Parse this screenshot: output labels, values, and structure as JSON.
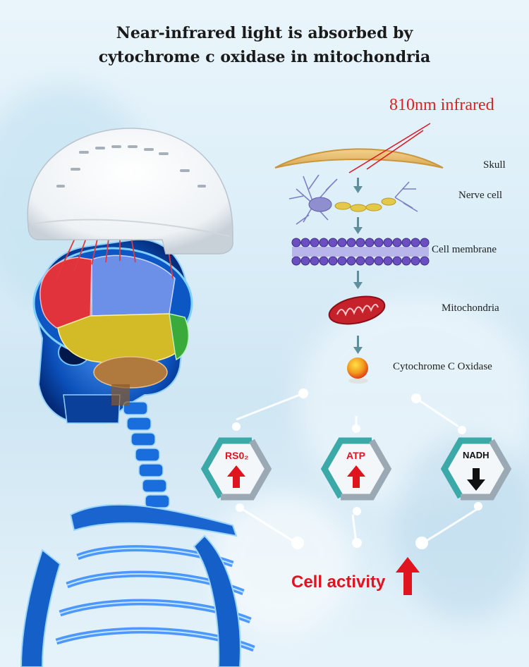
{
  "title_line1": "Near-infrared light is absorbed by",
  "title_line2": "cytochrome c oxidase in mitochondria",
  "infrared_label": "810nm infrared",
  "pathway": {
    "skull": "Skull",
    "nerve_cell": "Nerve cell",
    "cell_membrane": "Cell membrane",
    "mitochondria": "Mitochondria",
    "cytochrome": "Cytochrome C Oxidase"
  },
  "hexagons": [
    {
      "label": "RS0₂",
      "arrow": "up",
      "label_color": "#e0141e"
    },
    {
      "label": "ATP",
      "arrow": "up",
      "label_color": "#e0141e"
    },
    {
      "label": "NADH",
      "arrow": "down",
      "label_color": "#111111"
    }
  ],
  "result_label": "Cell activity",
  "colors": {
    "accent_red": "#e0141e",
    "hex_teal": "#3aa9a8",
    "hex_gray": "#9aa9b3"
  }
}
